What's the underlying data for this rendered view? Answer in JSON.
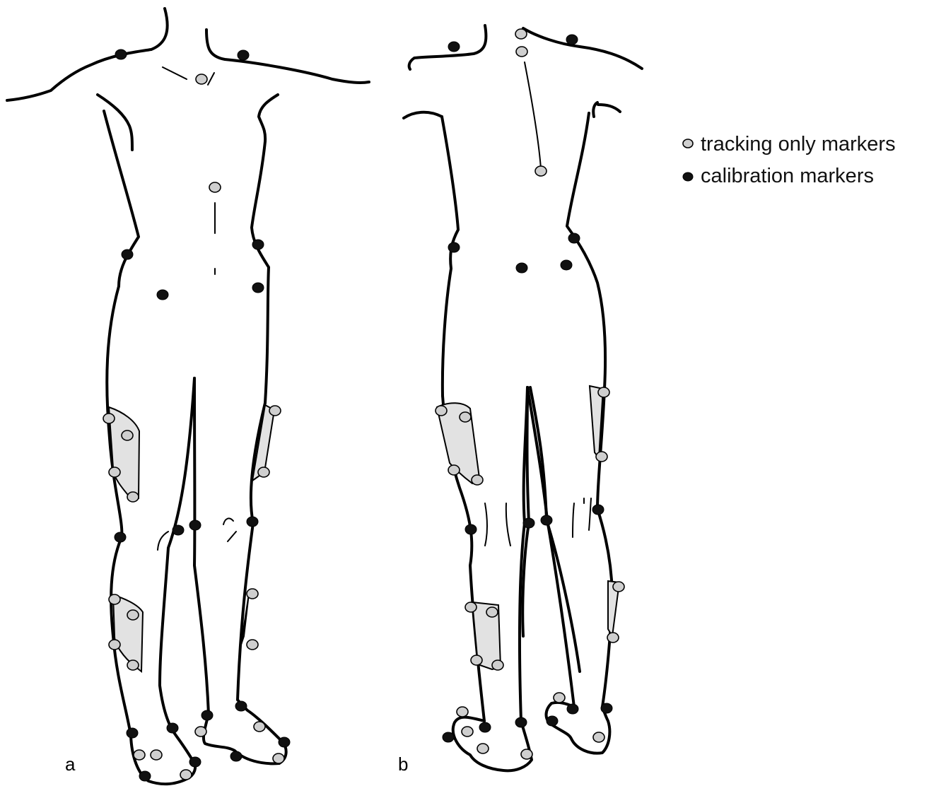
{
  "panels": {
    "front": {
      "label": "a"
    },
    "back": {
      "label": "b"
    }
  },
  "legend": {
    "tracking_label": "tracking only markers",
    "calibration_label": "calibration markers"
  },
  "colors": {
    "tracking_marker": "#cfcfcf",
    "calibration_marker": "#111111",
    "cluster_plate": "#e2e2e2",
    "outline": "#000000"
  }
}
